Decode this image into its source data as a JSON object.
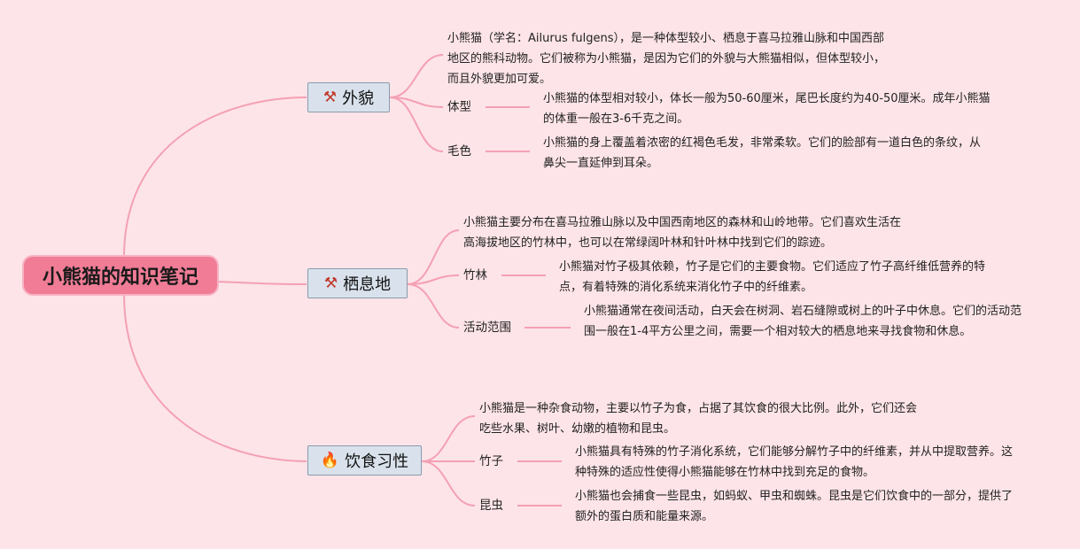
{
  "root": {
    "title": "小熊猫的知识笔记"
  },
  "branches": [
    {
      "label": "外貌",
      "icon": "tools-icon",
      "summary": "小熊猫（学名：Ailurus fulgens），是一种体型较小、栖息于喜马拉雅山脉和中国西部地区的熊科动物。它们被称为小熊猫，是因为它们的外貌与大熊猫相似，但体型较小，而且外貌更加可爱。",
      "children": [
        {
          "label": "体型",
          "detail": "小熊猫的体型相对较小，体长一般为50-60厘米，尾巴长度约为40-50厘米。成年小熊猫的体重一般在3-6千克之间。"
        },
        {
          "label": "毛色",
          "detail": "小熊猫的身上覆盖着浓密的红褐色毛发，非常柔软。它们的脸部有一道白色的条纹，从鼻尖一直延伸到耳朵。"
        }
      ]
    },
    {
      "label": "栖息地",
      "icon": "tools-icon",
      "summary": "小熊猫主要分布在喜马拉雅山脉以及中国西南地区的森林和山岭地带。它们喜欢生活在高海拔地区的竹林中，也可以在常绿阔叶林和针叶林中找到它们的踪迹。",
      "children": [
        {
          "label": "竹林",
          "detail": "小熊猫对竹子极其依赖，竹子是它们的主要食物。它们适应了竹子高纤维低营养的特点，有着特殊的消化系统来消化竹子中的纤维素。"
        },
        {
          "label": "活动范围",
          "detail": "小熊猫通常在夜间活动，白天会在树洞、岩石缝隙或树上的叶子中休息。它们的活动范围一般在1-4平方公里之间，需要一个相对较大的栖息地来寻找食物和休息。"
        }
      ]
    },
    {
      "label": "饮食习性",
      "icon": "fire-icon",
      "summary": "小熊猫是一种杂食动物，主要以竹子为食，占据了其饮食的很大比例。此外，它们还会吃些水果、树叶、幼嫩的植物和昆虫。",
      "children": [
        {
          "label": "竹子",
          "detail": "小熊猫具有特殊的竹子消化系统，它们能够分解竹子中的纤维素，并从中提取营养。这种特殊的适应性使得小熊猫能够在竹林中找到充足的食物。"
        },
        {
          "label": "昆虫",
          "detail": "小熊猫也会捕食一些昆虫，如蚂蚁、甲虫和蜘蛛。昆虫是它们饮食中的一部分，提供了额外的蛋白质和能量来源。"
        }
      ]
    }
  ],
  "colors": {
    "background": "#fde4e8",
    "root": "#f07c96",
    "branch": "#d9e2ec",
    "link": "#f4a0b4"
  }
}
